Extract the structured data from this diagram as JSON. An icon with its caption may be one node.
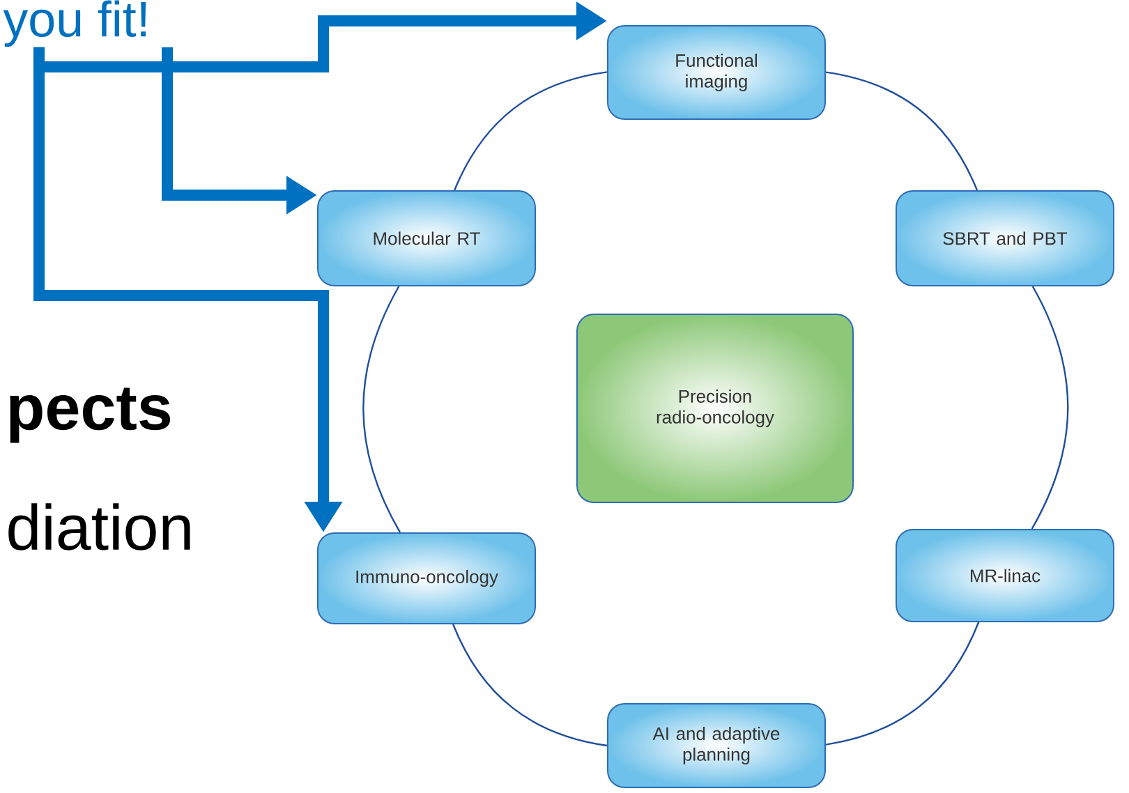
{
  "diagram": {
    "nodes": [
      {
        "text": [
          "you fit!"
        ]
      },
      {
        "text": [
          "Functional imaging"
        ]
      },
      {
        "text": [
          "Molecular RT"
        ]
      },
      {
        "text": [
          "SBRT and PBT"
        ]
      },
      {
        "text": [
          "Precision radio-oncology"
        ]
      },
      {
        "text": [
          "Immuno-oncology"
        ]
      },
      {
        "text": [
          "MR-linac"
        ]
      },
      {
        "text": [
          "AI and adaptive planning"
        ]
      }
    ],
    "edges": [
      {
        "from": 0,
        "to": 1,
        "arrow": "to",
        "style": "thick",
        "color": "#0070c0"
      },
      {
        "from": 0,
        "to": 2,
        "arrow": "to",
        "style": "thick",
        "color": "#0070c0"
      },
      {
        "from": 0,
        "to": 5,
        "arrow": "to",
        "style": "thick",
        "color": "#0070c0"
      },
      {
        "from": 1,
        "to": 3,
        "arrow": "none"
      },
      {
        "from": 3,
        "to": 6,
        "arrow": "none"
      },
      {
        "from": 6,
        "to": 7,
        "arrow": "none"
      },
      {
        "from": 7,
        "to": 5,
        "arrow": "none"
      },
      {
        "from": 5,
        "to": 2,
        "arrow": "none"
      },
      {
        "from": 2,
        "to": 1,
        "arrow": "none"
      }
    ],
    "labels": [
      "pects",
      "diation"
    ]
  }
}
